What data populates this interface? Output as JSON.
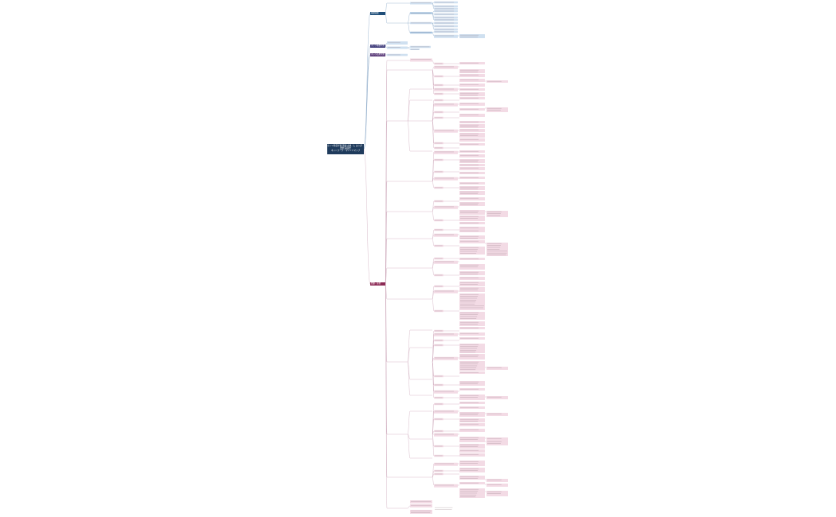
{
  "root": {
    "title_lines": [
      "ホッツ科目学習 国語 古典（ことわざ）",
      "要約 論説文",
      "ネットワーク・マインドマップ"
    ]
  },
  "branches": [
    {
      "label": "基礎知識",
      "color": "#1f4e79"
    },
    {
      "label": "ホッツ基礎学習",
      "color": "#3e3b7a"
    },
    {
      "label": "ホッツ応用学習",
      "color": "#5a3a78"
    },
    {
      "label": "問題・演習",
      "color": "#8c2a55"
    }
  ],
  "colors": {
    "root": "#1f3b5c",
    "navy_branch": "#1f4e79",
    "purple_branch": "#3e3b7a",
    "crimson_branch": "#8c2a55",
    "blue_leaf": "#cfe0f0",
    "blue_leaf_dark": "#a9c8e4",
    "pink_leaf": "#f3dbe5",
    "line_blue": "#7a9cc0",
    "line_pink": "#c9a0b4"
  }
}
